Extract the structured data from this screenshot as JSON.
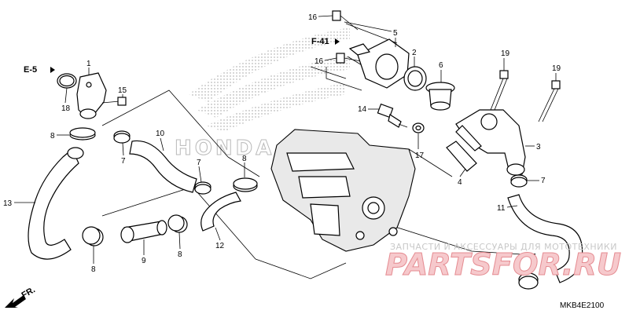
{
  "refs": {
    "e5": "E-5",
    "f41": "F-41",
    "fr": "FR."
  },
  "callouts": [
    "1",
    "2",
    "3",
    "4",
    "5",
    "6",
    "7",
    "7",
    "7",
    "7",
    "8",
    "8",
    "8",
    "8",
    "9",
    "10",
    "11",
    "12",
    "13",
    "14",
    "15",
    "16",
    "16",
    "17",
    "18",
    "19",
    "19"
  ],
  "watermark": {
    "text": "ЗАПЧАСТИ И АКСЕССУАРЫ ДЛЯ МОТОТЕХНИКИ",
    "logo": "PARTSFOR.RU"
  },
  "background_brand": "HONDA",
  "diagram_code": "MKB4E2100"
}
